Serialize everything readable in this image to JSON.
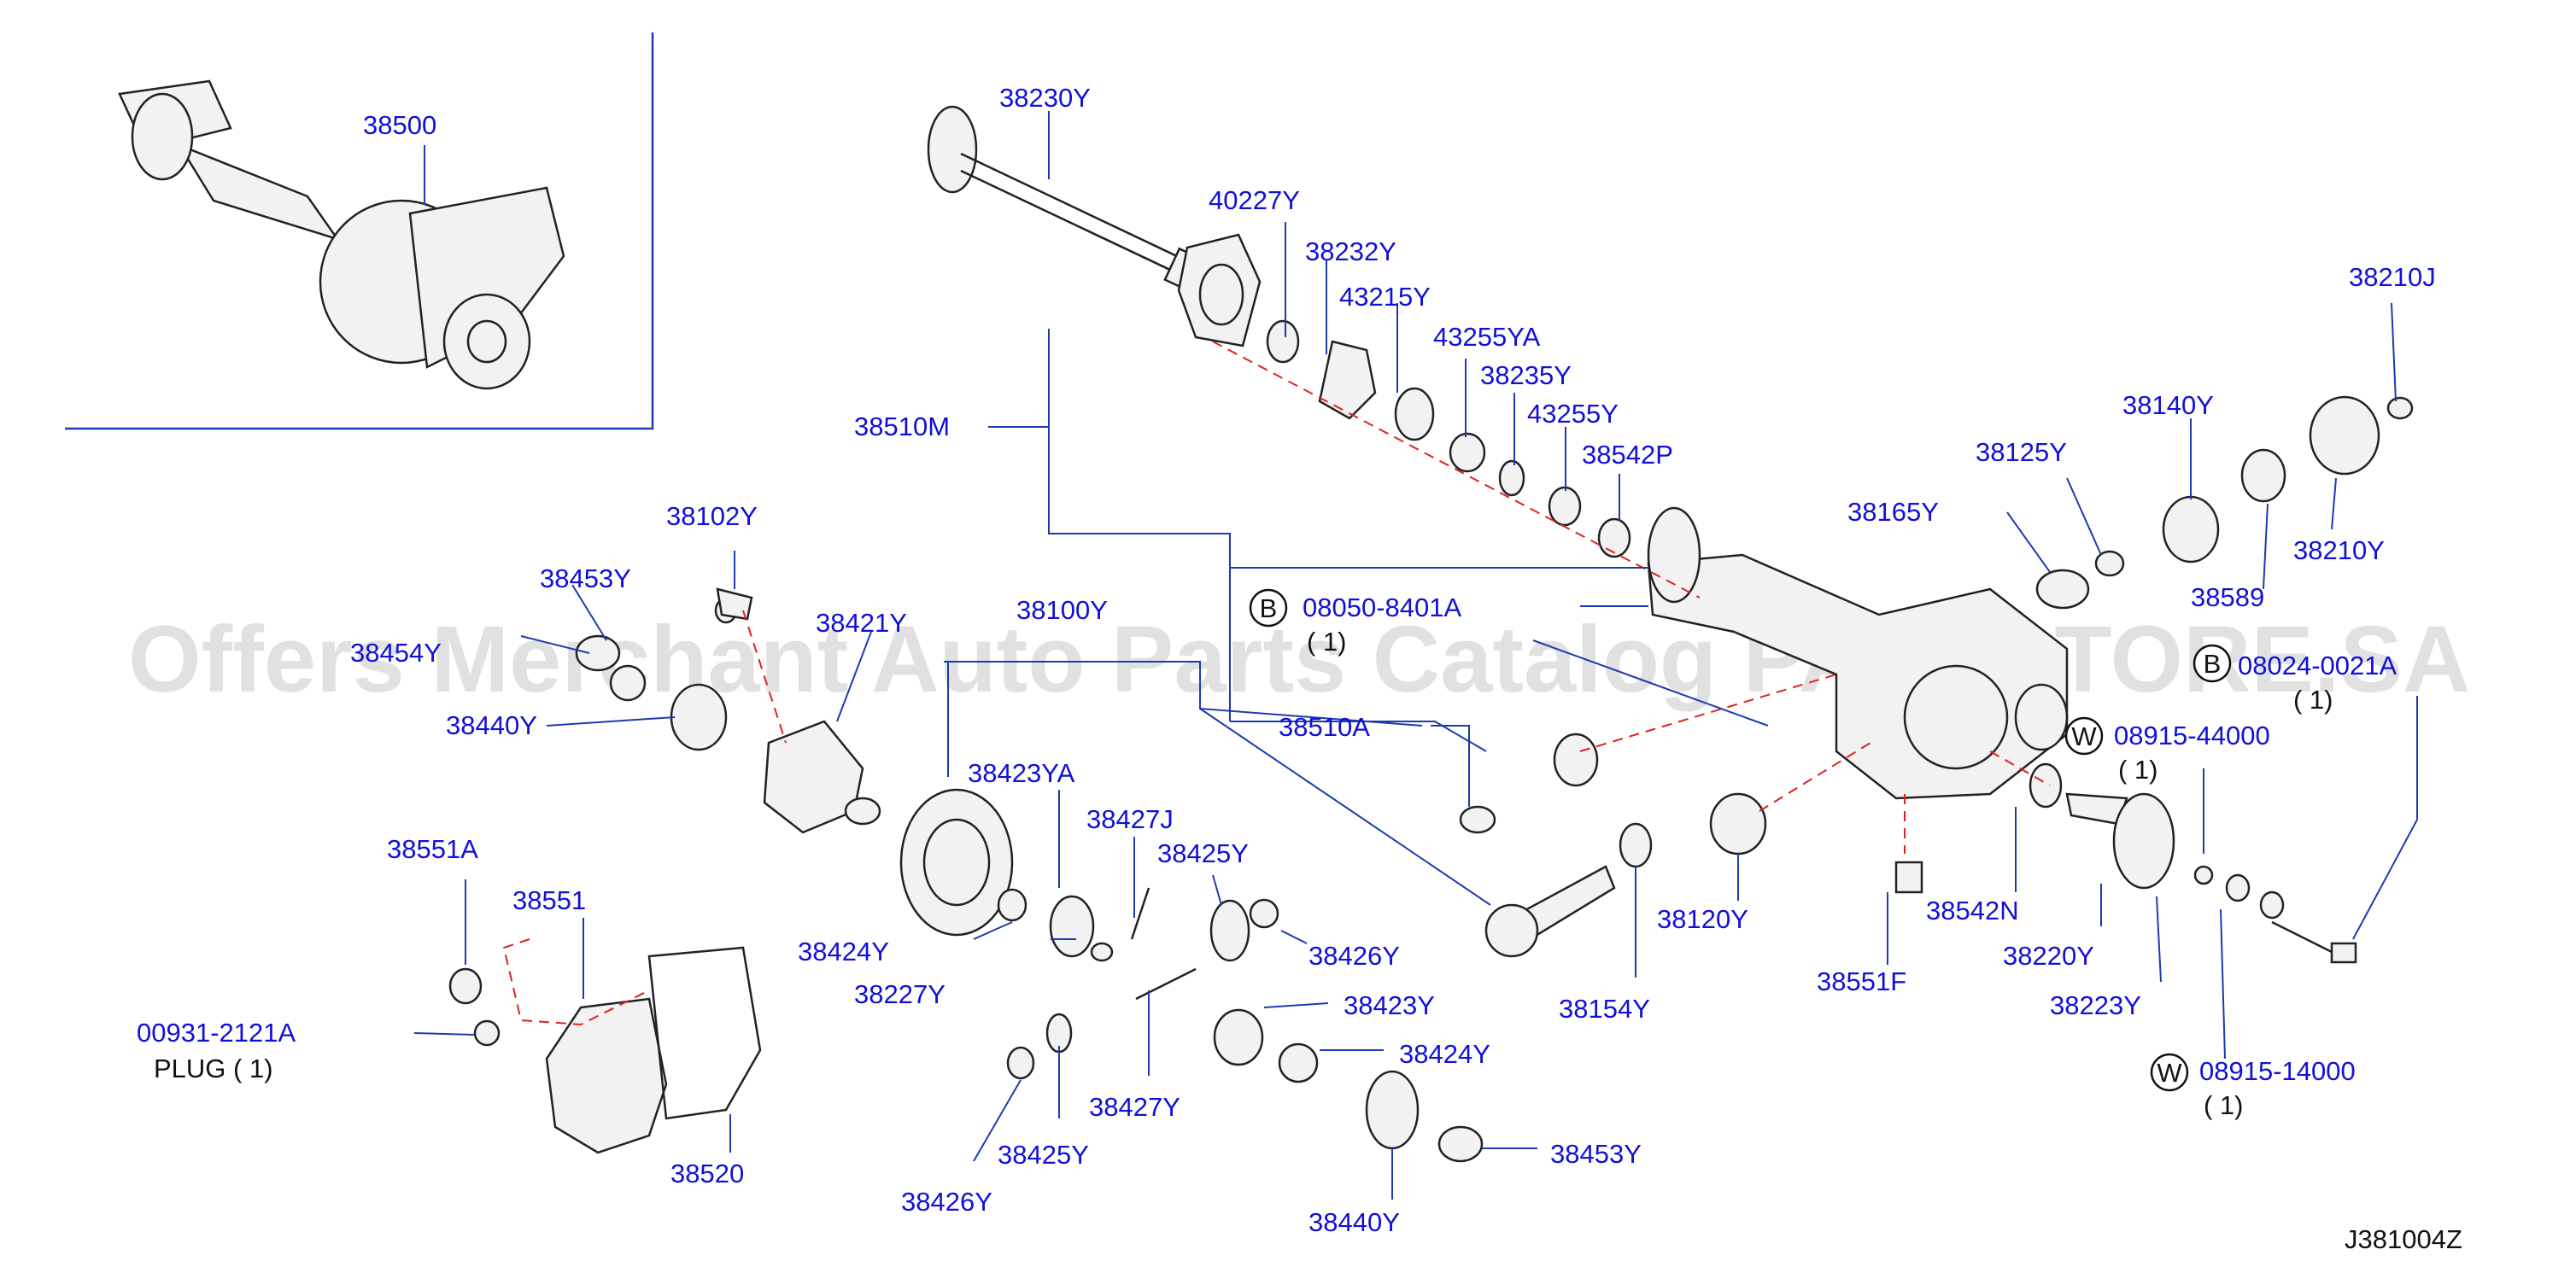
{
  "diagram": {
    "watermark": "Offers Merchant Auto Parts Catalog PARTSTORE.SA",
    "diagram_code": "J381004Z",
    "labels": {
      "p38500": "38500",
      "p38230Y": "38230Y",
      "p40227Y": "40227Y",
      "p38232Y": "38232Y",
      "p43215Y": "43215Y",
      "p43255YA": "43255YA",
      "p38235Y": "38235Y",
      "p43255Y": "43255Y",
      "p38542P": "38542P",
      "p38210J": "38210J",
      "p38140Y": "38140Y",
      "p38125Y": "38125Y",
      "p38165Y": "38165Y",
      "p38589": "38589",
      "p38210Y": "38210Y",
      "p38510M": "38510M",
      "p38102Y": "38102Y",
      "p38453Y_a": "38453Y",
      "p38454Y": "38454Y",
      "p38421Y": "38421Y",
      "p38100Y": "38100Y",
      "p38440Y_a": "38440Y",
      "p38510A": "38510A",
      "p38423YA": "38423YA",
      "p38427J": "38427J",
      "p38425Y_a": "38425Y",
      "p38424Y_a": "38424Y",
      "p38426Y_a": "38426Y",
      "p38227Y": "38227Y",
      "p38423Y": "38423Y",
      "p38424Y_b": "38424Y",
      "p38427Y": "38427Y",
      "p38425Y_b": "38425Y",
      "p38426Y_b": "38426Y",
      "p38440Y_b": "38440Y",
      "p38453Y_b": "38453Y",
      "p38551A": "38551A",
      "p38551": "38551",
      "p00931": "00931-2121A",
      "p38520": "38520",
      "p38154Y": "38154Y",
      "p38120Y": "38120Y",
      "p38551F": "38551F",
      "p38542N": "38542N",
      "p38220Y": "38220Y",
      "p38223Y": "38223Y",
      "p08050": "08050-8401A",
      "p08024": "08024-0021A",
      "p08915_44": "08915-44000",
      "p08915_14": "08915-14000"
    },
    "notes": {
      "plug": "PLUG ( 1)",
      "q_08050": "( 1)",
      "q_08024": "( 1)",
      "q_08915_44": "( 1)",
      "q_08915_14": "( 1)"
    },
    "circle_marks": {
      "b1": "B",
      "b2": "B",
      "w1": "W",
      "w2": "W"
    }
  }
}
